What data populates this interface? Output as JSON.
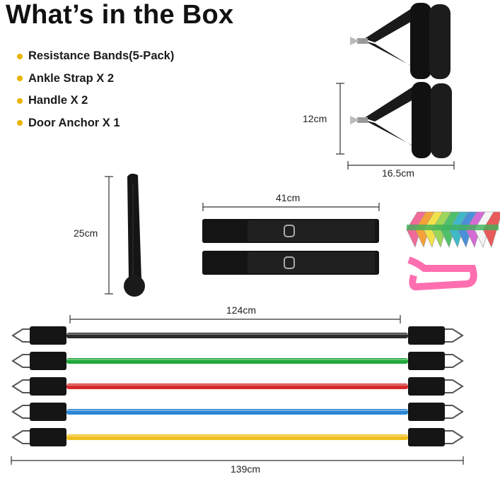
{
  "title": "What’s in the Box",
  "bullet_color": "#e8b400",
  "items": [
    "Resistance Bands(5-Pack)",
    "Ankle Strap X 2",
    "Handle X 2",
    "Door Anchor X 1"
  ],
  "dimensions": {
    "handle_height": "12cm",
    "handle_width": "16.5cm",
    "door_anchor_length": "25cm",
    "ankle_strap_length": "41cm",
    "band_tube_length": "124cm",
    "band_total_length": "139cm"
  },
  "band_colors": [
    "#2b2b2b",
    "#1fa83a",
    "#d62a2a",
    "#2a86d6",
    "#f0c020"
  ],
  "accessory_band_colors": [
    "#f06a9a",
    "#f5a13a",
    "#f2e24a",
    "#9bd65a",
    "#4fc06a",
    "#3fb8c8",
    "#4a8fd8",
    "#d46ad4",
    "#f4f4f4",
    "#e85a5a"
  ],
  "tape_color": "#ff6fb0"
}
